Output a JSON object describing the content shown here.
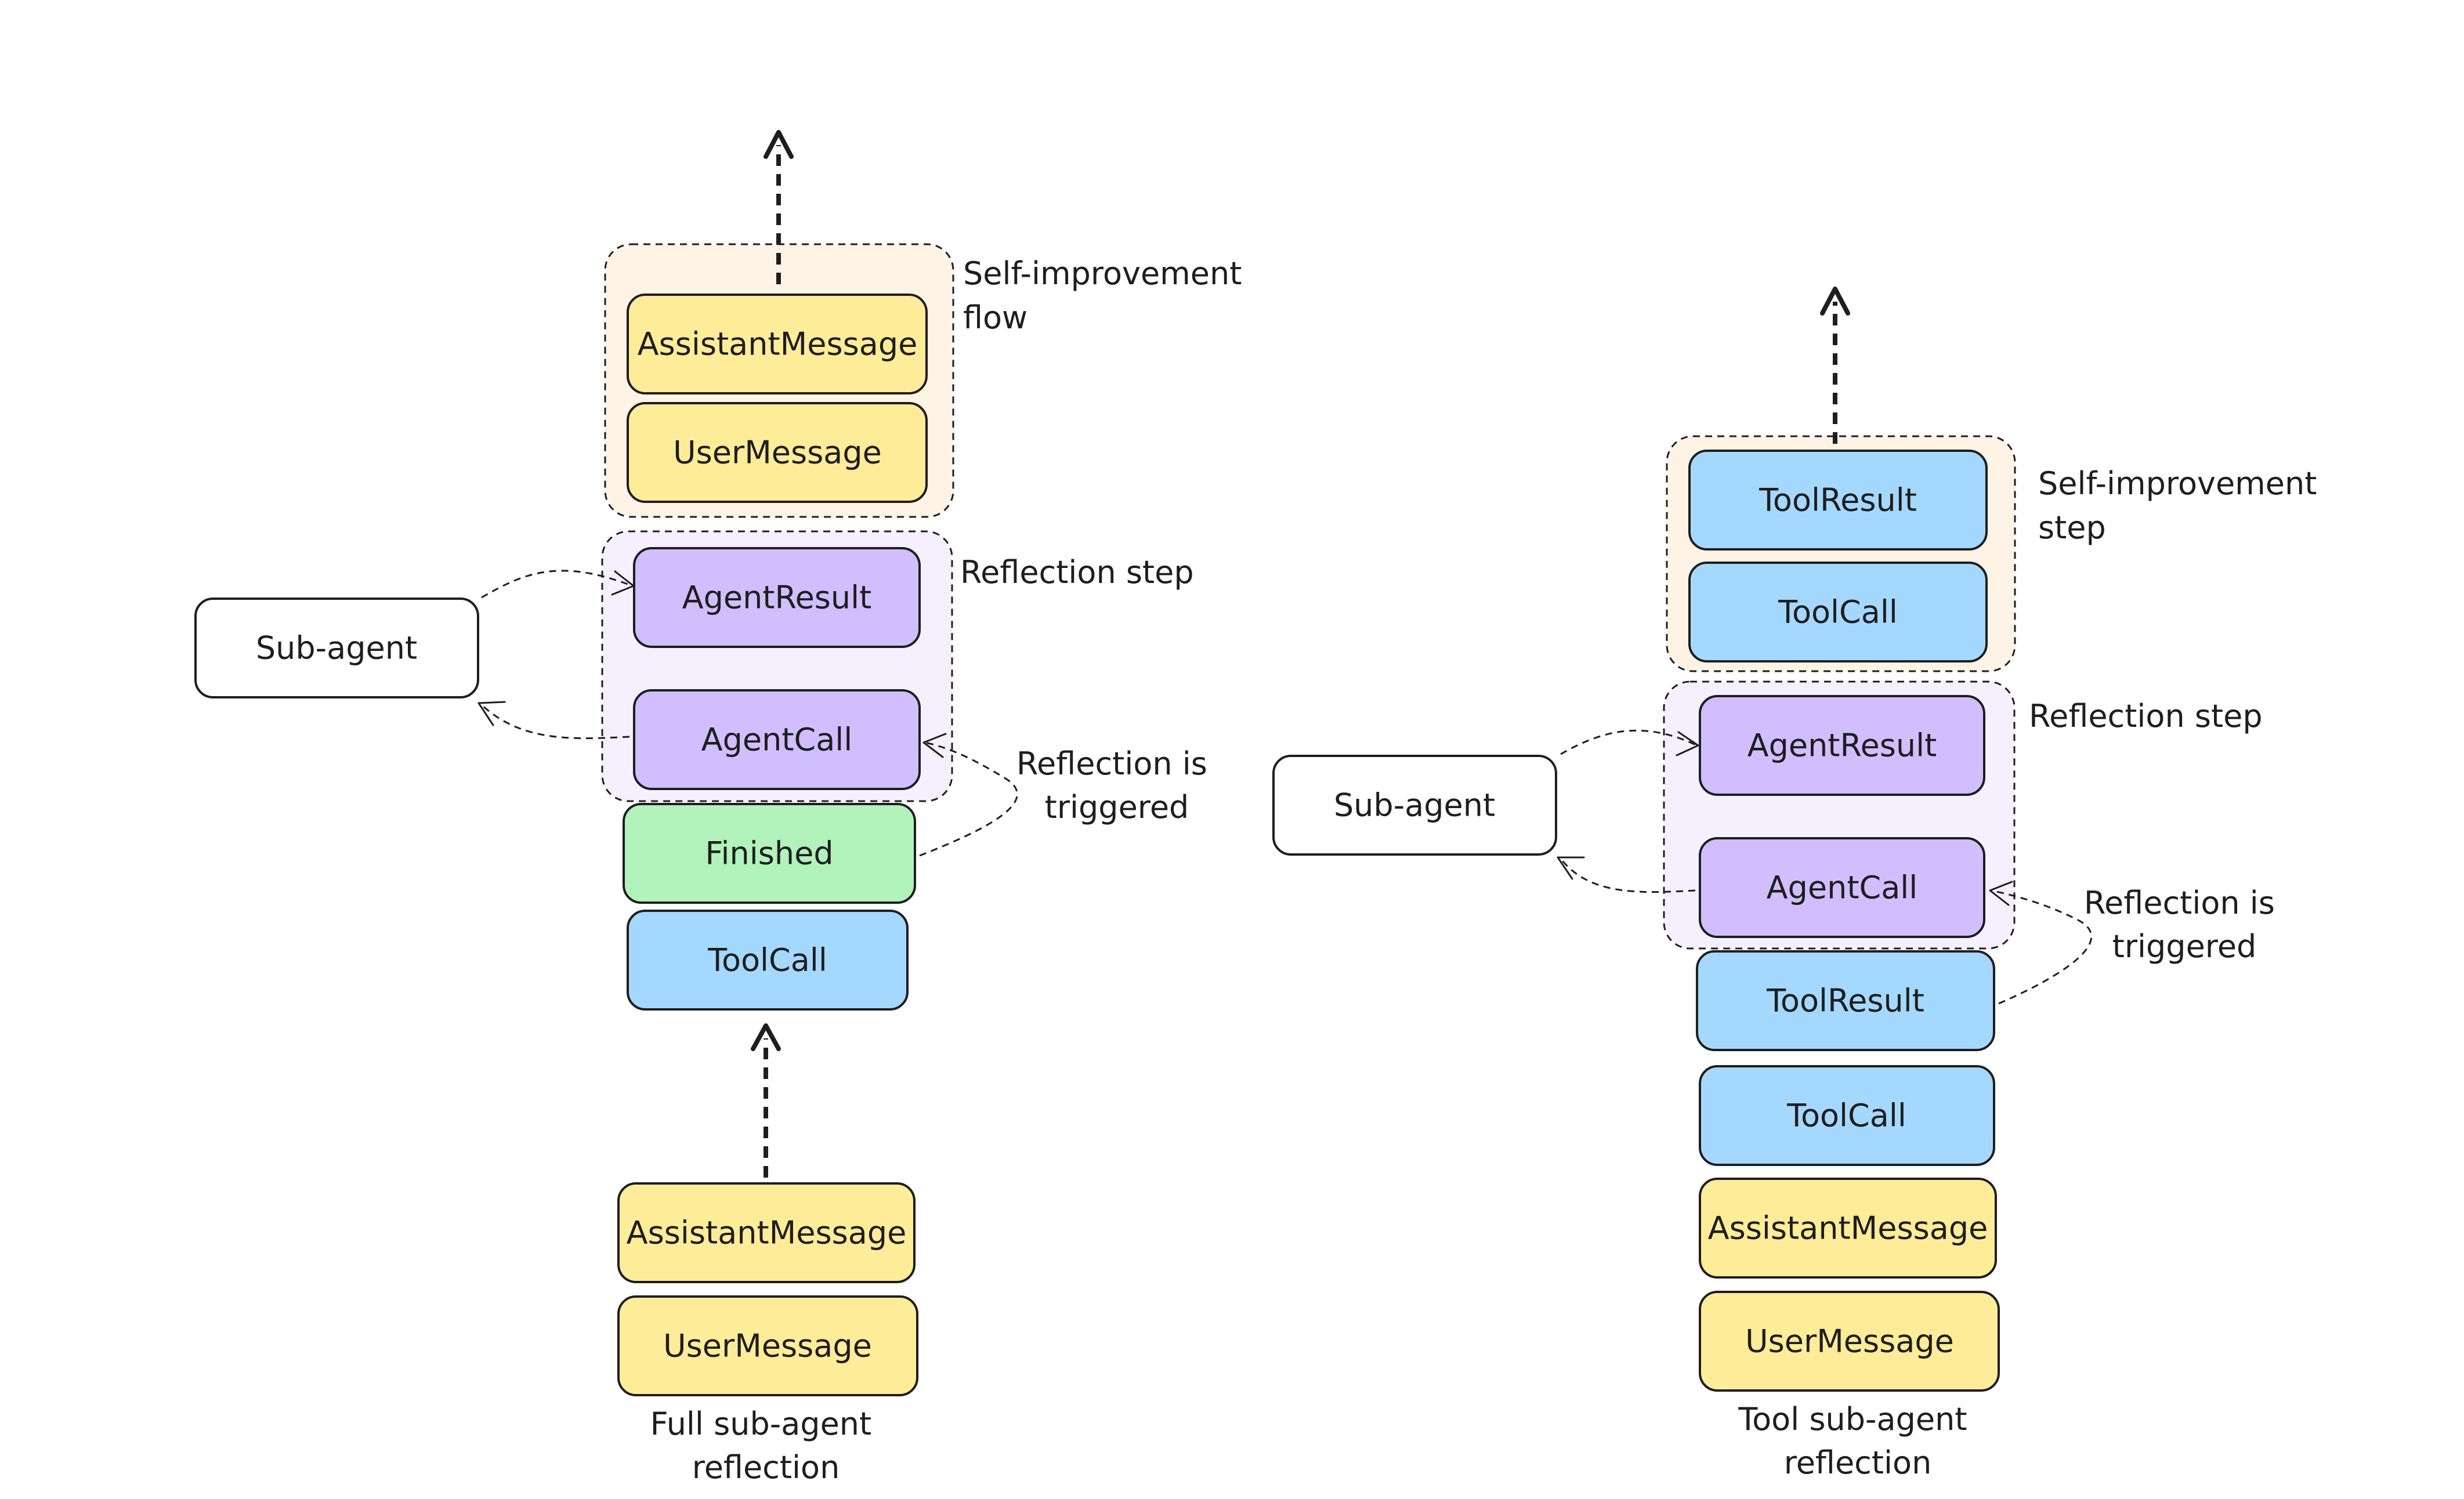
{
  "colors": {
    "yellow": "#FFEC99",
    "purple": "#D0BFFF",
    "green": "#B2F2BB",
    "blue": "#A5D8FF",
    "white": "#FFFFFF",
    "group_orange": "#FFF3E6",
    "group_purple": "#F6F0FE"
  },
  "left": {
    "nodes": {
      "assistant_top": "AssistantMessage",
      "user_top": "UserMessage",
      "agent_result": "AgentResult",
      "agent_call": "AgentCall",
      "finished": "Finished",
      "tool_call": "ToolCall",
      "assistant_bottom": "AssistantMessage",
      "user_bottom": "UserMessage",
      "sub_agent": "Sub-agent"
    },
    "labels": {
      "self_improvement": [
        "Self-improvement",
        "flow"
      ],
      "reflection_step": "Reflection step",
      "reflection_triggered": [
        "Reflection is",
        "triggered"
      ]
    },
    "caption": [
      "Full sub-agent",
      "reflection"
    ]
  },
  "right": {
    "nodes": {
      "tool_result_top": "ToolResult",
      "tool_call_top": "ToolCall",
      "agent_result": "AgentResult",
      "agent_call": "AgentCall",
      "tool_result_bottom": "ToolResult",
      "tool_call_bottom": "ToolCall",
      "assistant_message": "AssistantMessage",
      "user_message": "UserMessage",
      "sub_agent": "Sub-agent"
    },
    "labels": {
      "self_improvement": [
        "Self-improvement",
        "step"
      ],
      "reflection_step": "Reflection step",
      "reflection_triggered": [
        "Reflection is",
        "triggered"
      ]
    },
    "caption": [
      "Tool sub-agent",
      "reflection"
    ]
  }
}
